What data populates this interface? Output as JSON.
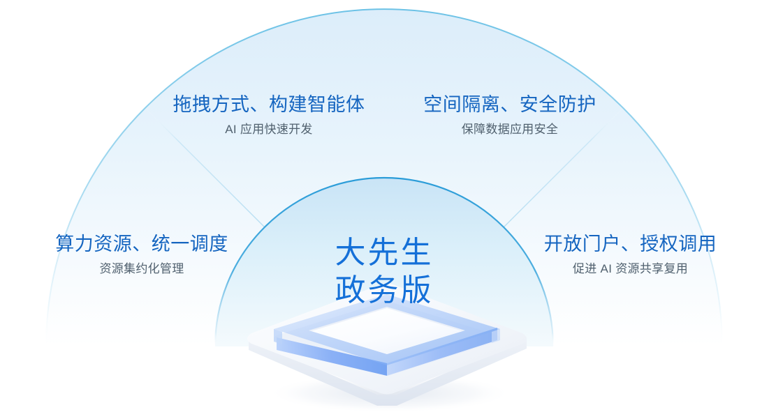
{
  "diagram": {
    "type": "radial-fan-feature-diagram",
    "background_color": "#ffffff",
    "outer_fan": {
      "fill_top_color": "#e2f1fb",
      "fill_bottom_color": "#ffffff",
      "stroke_color": "#7fc9e8",
      "divider_color": "#aed9ef"
    },
    "inner_semicircle": {
      "fill_top_color": "#cfe7f6",
      "fill_bottom_color": "#eef7fd",
      "stroke_color": "#2a9cd8"
    },
    "brand": {
      "line1": "大先生",
      "line2": "政务版",
      "color": "#1470d8"
    },
    "quadrants": [
      {
        "id": "top-left",
        "title": "拖拽方式、构建智能体",
        "subtitle": "AI 应用快速开发",
        "title_color": "#1565c0",
        "subtitle_color": "#50606e"
      },
      {
        "id": "top-right",
        "title": "空间隔离、安全防护",
        "subtitle": "保障数据应用安全",
        "title_color": "#1565c0",
        "subtitle_color": "#50606e"
      },
      {
        "id": "left",
        "title": "算力资源、统一调度",
        "subtitle": "资源集约化管理",
        "title_color": "#1565c0",
        "subtitle_color": "#50606e"
      },
      {
        "id": "right",
        "title": "开放门户、授权调用",
        "subtitle": "促进 AI 资源共享复用",
        "title_color": "#1565c0",
        "subtitle_color": "#50606e"
      }
    ],
    "platform": {
      "name": "isometric-platform-base",
      "outer_plate_color": "#f3f6fa",
      "inner_plate_color": "#fbfcfe",
      "accent_color": "#89b4f8",
      "shadow_color": "#dfe5ee"
    }
  }
}
